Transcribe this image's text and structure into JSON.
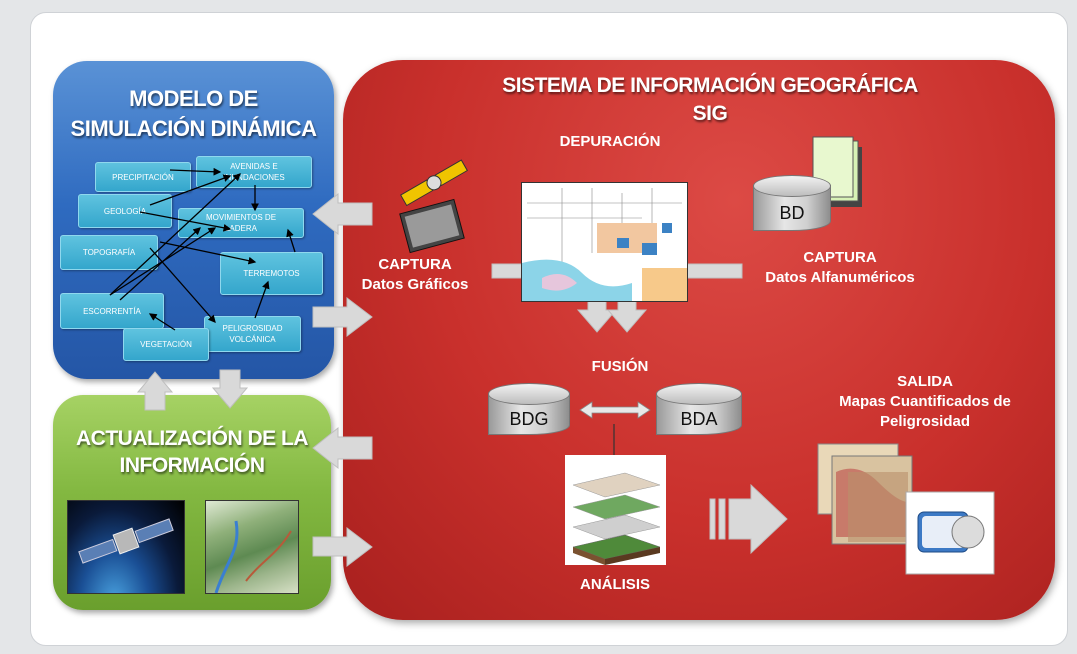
{
  "blue_panel": {
    "title_line1": "MODELO DE",
    "title_line2": "SIMULACIÓN DINÁMICA",
    "boxes": {
      "precipitacion": "PRECIPITACIÓN",
      "avenidas": "AVENIDAS E INUNDACIONES",
      "geologia": "GEOLOGÍA",
      "movimientos": "MOVIMIENTOS DE LADERA",
      "topografia": "TOPOGRAFÍA",
      "terremotos": "TERREMOTOS",
      "escorrentia": "ESCORRENTÍA",
      "peligrosidad": "PELIGROSIDAD VOLCÁNICA",
      "vegetacion": "VEGETACIÓN"
    }
  },
  "green_panel": {
    "title_line1": "ACTUALIZACIÓN DE LA",
    "title_line2": "INFORMACIÓN"
  },
  "red_panel": {
    "title_line1": "SISTEMA DE INFORMACIÓN GEOGRÁFICA",
    "title_line2": "SIG",
    "depuracion": "DEPURACIÓN",
    "captura_graficos_1": "CAPTURA",
    "captura_graficos_2": "Datos Gráficos",
    "captura_alfa_1": "CAPTURA",
    "captura_alfa_2": "Datos Alfanuméricos",
    "bd": "BD",
    "fusion": "FUSIÓN",
    "bdg": "BDG",
    "bda": "BDA",
    "analisis": "ANÁLISIS",
    "salida_1": "SALIDA",
    "salida_2": "Mapas Cuantificados de",
    "salida_3": "Peligrosidad"
  },
  "colors": {
    "blue_panel": "#2f6bc0",
    "green_panel": "#83b841",
    "red_panel": "#c9302c",
    "box": "#3aa9d0",
    "arrow": "#d9d9d9"
  }
}
